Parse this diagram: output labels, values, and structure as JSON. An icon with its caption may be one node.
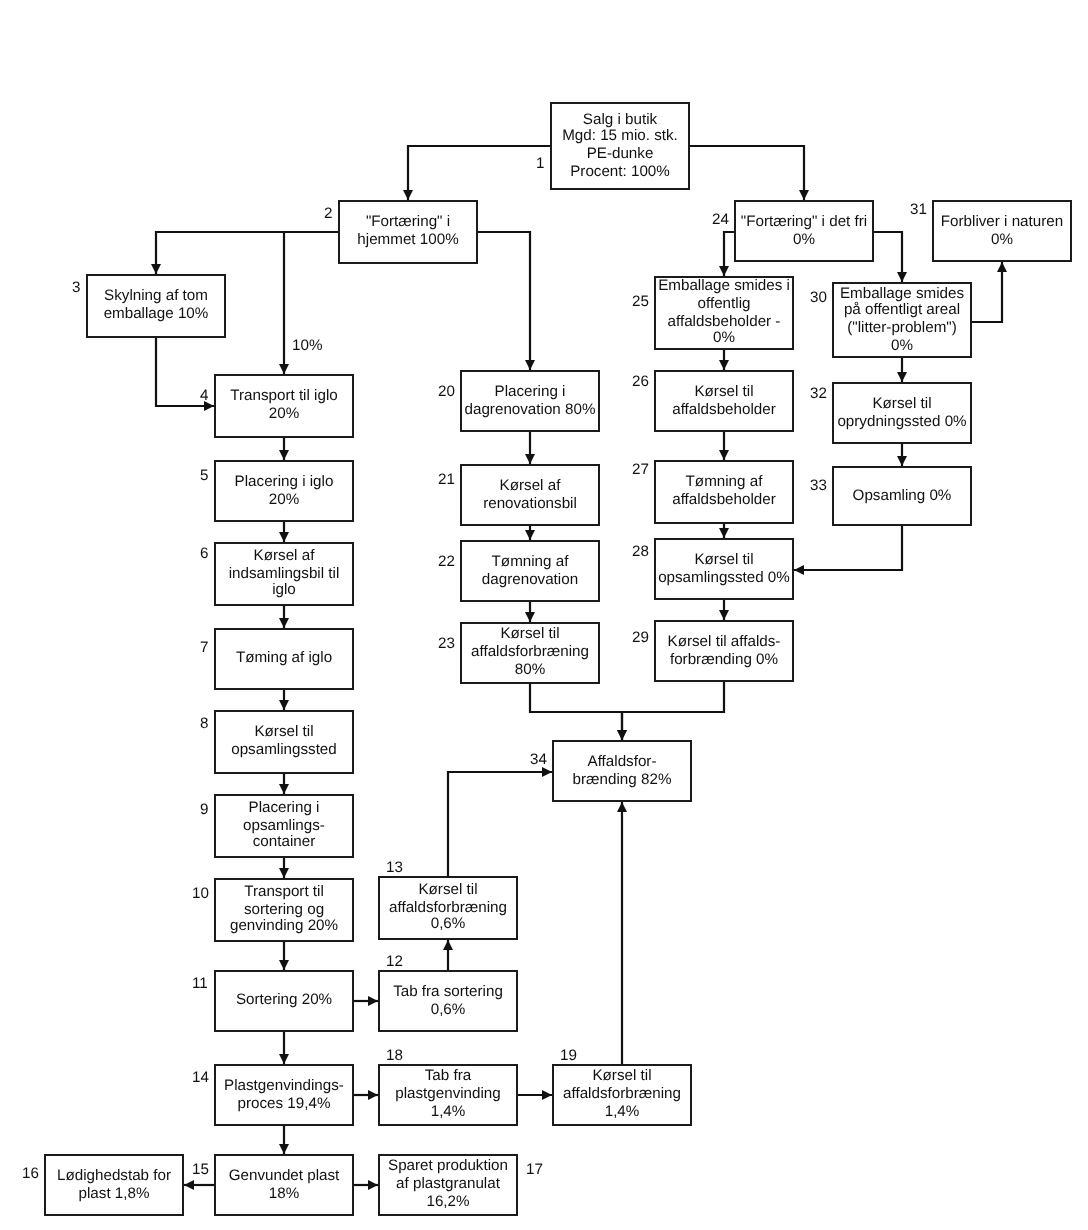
{
  "diagram": {
    "nodes": [
      {
        "text": [
          "Salg i butik",
          "Mgd: 15 mio. stk.",
          "PE-dunke",
          "Procent: 100%"
        ],
        "beside": [
          "1"
        ]
      },
      {
        "text": [
          "\"Fortæring\" i hjemmet 100%"
        ],
        "beside": [
          "2"
        ]
      },
      {
        "text": [
          "Skylning af tom emballage 10%"
        ],
        "beside": [
          "3"
        ]
      },
      {
        "text": [
          "Transport til iglo 20%"
        ],
        "beside": [
          "4"
        ]
      },
      {
        "text": [
          "Placering i iglo 20%"
        ],
        "beside": [
          "5"
        ]
      },
      {
        "text": [
          "Kørsel af indsamlingsbil til iglo"
        ],
        "beside": [
          "6"
        ]
      },
      {
        "text": [
          "Tøming af iglo"
        ],
        "beside": [
          "7"
        ]
      },
      {
        "text": [
          "Kørsel til opsamlingssted"
        ],
        "beside": [
          "8"
        ]
      },
      {
        "text": [
          "Placering i opsamlings- container"
        ],
        "beside": [
          "9"
        ]
      },
      {
        "text": [
          "Transport til sortering og genvinding 20%"
        ],
        "beside": [
          "10"
        ]
      },
      {
        "text": [
          "Sortering 20%"
        ],
        "beside": [
          "11"
        ]
      },
      {
        "text": [
          "Tab fra sortering 0,6%"
        ],
        "beside": [
          "12"
        ]
      },
      {
        "text": [
          "Kørsel til affaldsforbræning 0,6%"
        ],
        "beside": [
          "13"
        ]
      },
      {
        "text": [
          "Plastgenvindings- proces 19,4%"
        ],
        "beside": [
          "14"
        ]
      },
      {
        "text": [
          "Genvundet plast 18%"
        ],
        "beside": [
          "15"
        ]
      },
      {
        "text": [
          "Lødighedstab for plast 1,8%"
        ],
        "beside": [
          "16"
        ]
      },
      {
        "text": [
          "Sparet produktion af plastgranulat 16,2%"
        ],
        "beside": [
          "17"
        ]
      },
      {
        "text": [
          "Tab fra plastgenvinding 1,4%"
        ],
        "beside": [
          "18"
        ]
      },
      {
        "text": [
          "Kørsel til affaldsforbræning 1,4%"
        ],
        "beside": [
          "19"
        ]
      },
      {
        "text": [
          "Placering i dagrenovation 80%"
        ],
        "beside": [
          "20"
        ]
      },
      {
        "text": [
          "Kørsel af renovationsbil"
        ],
        "beside": [
          "21"
        ]
      },
      {
        "text": [
          "Tømning af dagrenovation"
        ],
        "beside": [
          "22"
        ]
      },
      {
        "text": [
          "Kørsel til affaldsforbræning 80%"
        ],
        "beside": [
          "23"
        ]
      },
      {
        "text": [
          "\"Fortæring\" i det fri 0%"
        ],
        "beside": [
          "24"
        ]
      },
      {
        "text": [
          "Emballage smides i offentlig affaldsbeholder - 0%"
        ],
        "beside": [
          "25"
        ]
      },
      {
        "text": [
          "Kørsel til affaldsbeholder"
        ],
        "beside": [
          "26"
        ]
      },
      {
        "text": [
          "Tømning af affaldsbeholder"
        ],
        "beside": [
          "27"
        ]
      },
      {
        "text": [
          "Kørsel til opsamlingssted 0%"
        ],
        "beside": [
          "28"
        ]
      },
      {
        "text": [
          "Kørsel til affalds- forbrænding 0%"
        ],
        "beside": [
          "29"
        ]
      },
      {
        "text": [
          "Emballage smides på offentligt areal (\"litter-problem\") 0%"
        ],
        "beside": [
          "30"
        ]
      },
      {
        "text": [
          "Forbliver i naturen 0%"
        ],
        "beside": [
          "31"
        ]
      },
      {
        "text": [
          "Kørsel til oprydningssted 0%"
        ],
        "beside": [
          "32"
        ]
      },
      {
        "text": [
          "Opsamling 0%"
        ],
        "beside": [
          "33"
        ]
      },
      {
        "text": [
          "Affaldsfor- brænding 82%"
        ],
        "beside": [
          "34"
        ]
      }
    ],
    "edges": [
      {
        "from": 0,
        "to": 1,
        "arrow": "to"
      },
      {
        "from": 0,
        "to": 23,
        "arrow": "to"
      },
      {
        "from": 1,
        "to": 2,
        "arrow": "to"
      },
      {
        "from": 1,
        "to": 3,
        "arrow": "to",
        "label": "10%"
      },
      {
        "from": 1,
        "to": 19,
        "arrow": "to"
      },
      {
        "from": 2,
        "to": 3,
        "arrow": "to"
      },
      {
        "from": 3,
        "to": 4,
        "arrow": "to"
      },
      {
        "from": 4,
        "to": 5,
        "arrow": "to"
      },
      {
        "from": 5,
        "to": 6,
        "arrow": "to"
      },
      {
        "from": 6,
        "to": 7,
        "arrow": "to"
      },
      {
        "from": 7,
        "to": 8,
        "arrow": "to"
      },
      {
        "from": 8,
        "to": 9,
        "arrow": "to"
      },
      {
        "from": 9,
        "to": 10,
        "arrow": "to"
      },
      {
        "from": 10,
        "to": 11,
        "arrow": "to"
      },
      {
        "from": 11,
        "to": 12,
        "arrow": "to"
      },
      {
        "from": 12,
        "to": 33,
        "arrow": "to"
      },
      {
        "from": 10,
        "to": 13,
        "arrow": "to"
      },
      {
        "from": 13,
        "to": 17,
        "arrow": "to"
      },
      {
        "from": 17,
        "to": 18,
        "arrow": "to"
      },
      {
        "from": 18,
        "to": 33,
        "arrow": "to"
      },
      {
        "from": 13,
        "to": 14,
        "arrow": "to"
      },
      {
        "from": 14,
        "to": 15,
        "arrow": "to"
      },
      {
        "from": 14,
        "to": 16,
        "arrow": "to"
      },
      {
        "from": 19,
        "to": 20,
        "arrow": "to"
      },
      {
        "from": 20,
        "to": 21,
        "arrow": "to"
      },
      {
        "from": 21,
        "to": 22,
        "arrow": "to"
      },
      {
        "from": 22,
        "to": 33,
        "arrow": "to"
      },
      {
        "from": 23,
        "to": 24,
        "arrow": "to"
      },
      {
        "from": 23,
        "to": 29,
        "arrow": "to"
      },
      {
        "from": 29,
        "to": 30,
        "arrow": "to"
      },
      {
        "from": 24,
        "to": 25,
        "arrow": "to"
      },
      {
        "from": 25,
        "to": 26,
        "arrow": "to"
      },
      {
        "from": 26,
        "to": 27,
        "arrow": "to"
      },
      {
        "from": 27,
        "to": 28,
        "arrow": "to"
      },
      {
        "from": 28,
        "to": 33,
        "arrow": "to"
      },
      {
        "from": 29,
        "to": 31,
        "arrow": "to"
      },
      {
        "from": 31,
        "to": 32,
        "arrow": "to"
      },
      {
        "from": 32,
        "to": 27,
        "arrow": "to"
      }
    ]
  }
}
